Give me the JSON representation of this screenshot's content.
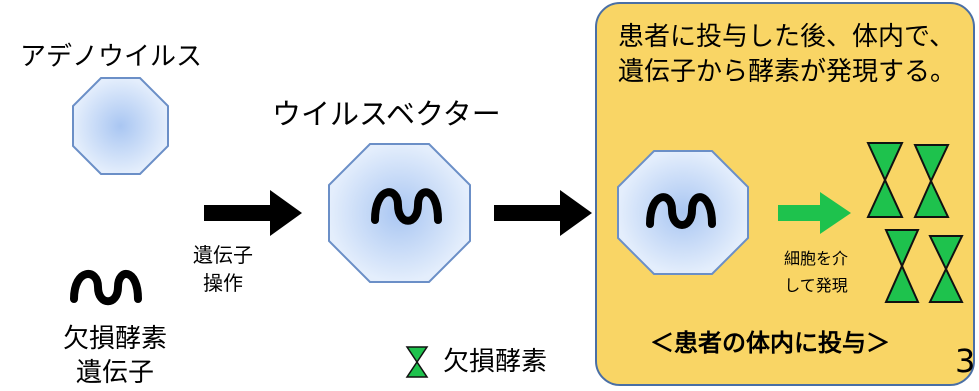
{
  "labels": {
    "adenovirus": "アデノウイルス",
    "viral_vector": "ウイルスベクター",
    "gene_manipulation_1": "遺伝子",
    "gene_manipulation_2": "操作",
    "deficient_enzyme_gene_1": "欠損酵素",
    "deficient_enzyme_gene_2": "遺伝子",
    "legend_deficient_enzyme": "欠損酵素"
  },
  "panel": {
    "title": "患者に投与した後、体内で、遺伝子から酵素が発現する。",
    "expression_1": "細胞を介",
    "expression_2": "して発現",
    "administration": "＜患者の体内に投与＞"
  },
  "page_number": "3",
  "colors": {
    "panel_fill": "#f9d565",
    "panel_border": "#4a6fa5",
    "octagon_center": "#b4cdf0",
    "octagon_edge": "#dde9fa",
    "octagon_stroke": "#6b8fc7",
    "enzyme_fill": "#1ec24d",
    "arrow_black": "#000000",
    "arrow_green": "#1ec24d"
  },
  "icons": [
    "octagon-virus-icon",
    "gene-wave-icon",
    "enzyme-hourglass-icon",
    "right-arrow-icon"
  ]
}
